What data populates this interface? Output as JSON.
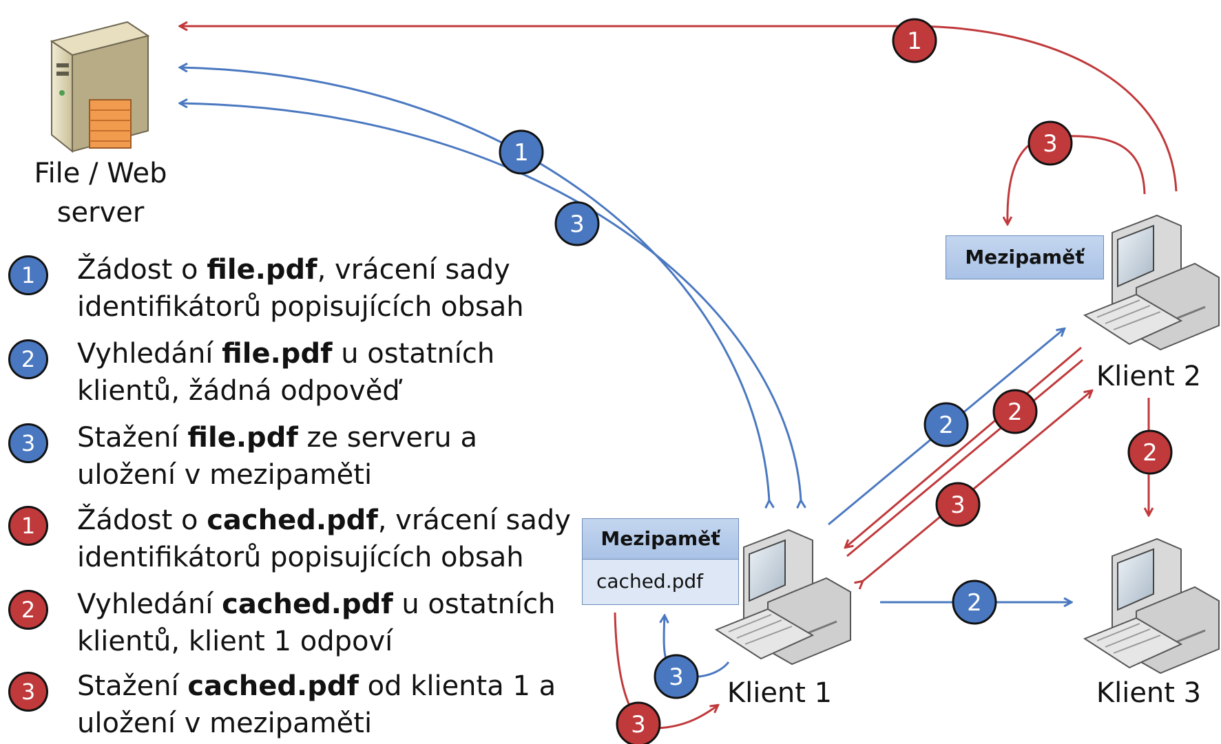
{
  "server": {
    "label_line1": "File / Web",
    "label_line2": "server"
  },
  "clients": {
    "client1": "Klient 1",
    "client2": "Klient 2",
    "client3": "Klient 3"
  },
  "caches": {
    "client1": {
      "title": "Mezipaměť",
      "items": [
        "cached.pdf"
      ]
    },
    "client2": {
      "title": "Mezipaměť"
    }
  },
  "legend": [
    {
      "num": "1",
      "color": "blue",
      "parts": [
        "Žádost o ",
        "file.pdf",
        ", vrácení sady identifikátorů popisujících obsah"
      ]
    },
    {
      "num": "2",
      "color": "blue",
      "parts": [
        "Vyhledání ",
        "file.pdf",
        " u ostatních klientů, žádná odpověď"
      ]
    },
    {
      "num": "3",
      "color": "blue",
      "parts": [
        "Stažení ",
        "file.pdf",
        " ze serveru a uložení v mezipaměti"
      ]
    },
    {
      "num": "1",
      "color": "red",
      "parts": [
        "Žádost o ",
        "cached.pdf",
        ", vrácení sady identifikátorů popisujících obsah"
      ]
    },
    {
      "num": "2",
      "color": "red",
      "parts": [
        "Vyhledání ",
        "cached.pdf",
        " u ostatních klientů, klient 1 odpoví"
      ]
    },
    {
      "num": "3",
      "color": "red",
      "parts": [
        "Stažení ",
        "cached.pdf",
        " od klienta 1 a uložení v mezipaměti"
      ]
    }
  ],
  "badges": {
    "red_server_request": "1",
    "blue_server_request": "1",
    "blue_server_download": "3",
    "red_client2_cache": "3",
    "blue_client1_to_client2": "2",
    "red_client1_to_client2": "2",
    "red_download_client1_to_client2": "3",
    "red_client2_to_client3": "2",
    "blue_client1_to_client3": "2",
    "blue_client1_cache": "3",
    "red_client1_cache": "3"
  },
  "colors": {
    "blue": "#4a78c0",
    "red": "#c0393b"
  }
}
